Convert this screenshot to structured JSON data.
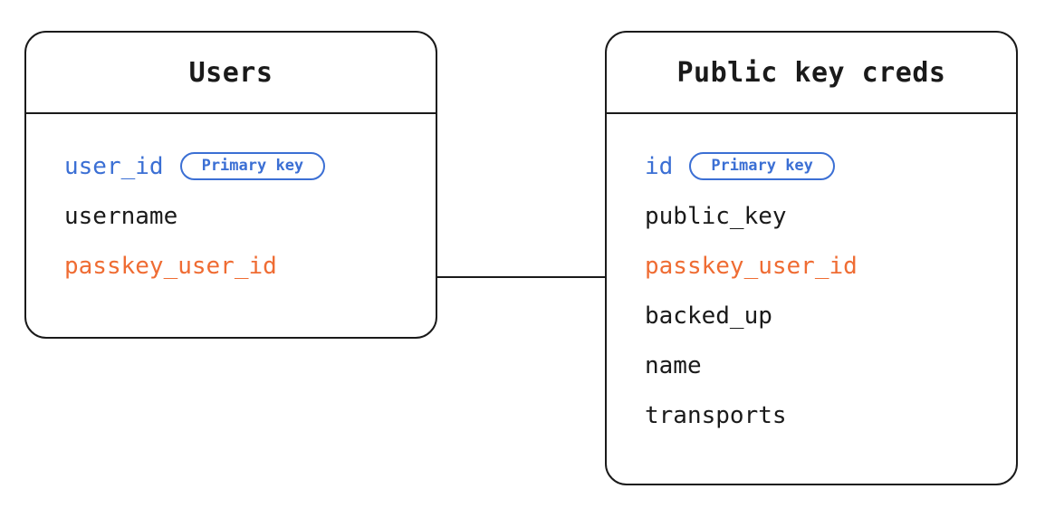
{
  "diagram": {
    "type": "entity-relationship",
    "background_color": "#ffffff",
    "colors": {
      "border": "#1a1a1a",
      "text": "#1a1a1a",
      "primary_key": "#3b6fd4",
      "foreign_key": "#ef6c33"
    },
    "entities": [
      {
        "id": "users",
        "title": "Users",
        "fields": [
          {
            "name": "user_id",
            "role": "primary-key",
            "badge": "Primary key"
          },
          {
            "name": "username",
            "role": "plain",
            "badge": null
          },
          {
            "name": "passkey_user_id",
            "role": "foreign-key",
            "badge": null
          }
        ]
      },
      {
        "id": "public-key-creds",
        "title": "Public key creds",
        "fields": [
          {
            "name": "id",
            "role": "primary-key",
            "badge": "Primary key"
          },
          {
            "name": "public_key",
            "role": "plain",
            "badge": null
          },
          {
            "name": "passkey_user_id",
            "role": "foreign-key",
            "badge": null
          },
          {
            "name": "backed_up",
            "role": "plain",
            "badge": null
          },
          {
            "name": "name",
            "role": "plain",
            "badge": null
          },
          {
            "name": "transports",
            "role": "plain",
            "badge": null
          }
        ]
      }
    ],
    "relationships": [
      {
        "from_entity": "users",
        "from_field": "passkey_user_id",
        "to_entity": "public-key-creds",
        "to_field": "passkey_user_id"
      }
    ]
  }
}
